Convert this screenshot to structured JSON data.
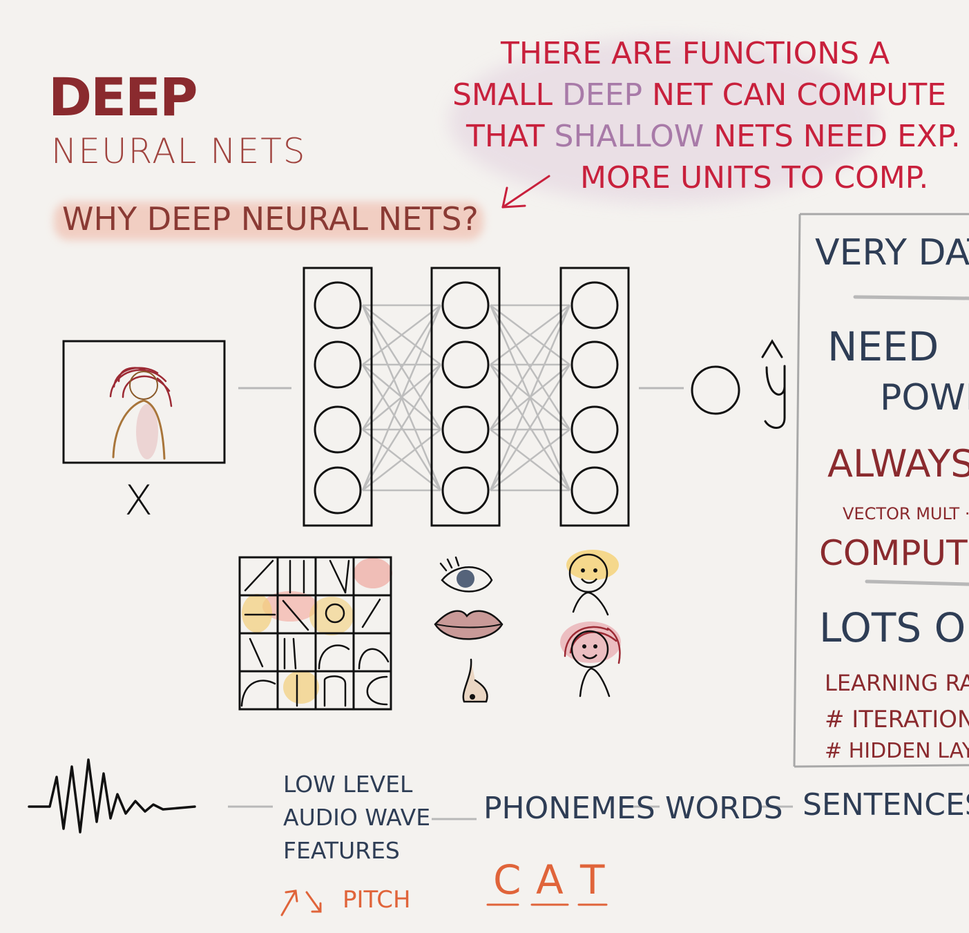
{
  "title": {
    "main": "DEEP",
    "sub": "NEURAL NETS",
    "question": "WHY DEEP NEURAL NETS?"
  },
  "note": {
    "lines": [
      {
        "parts": [
          {
            "text": "THERE ARE FUNCTIONS A"
          }
        ]
      },
      {
        "parts": [
          {
            "text": "SMALL "
          },
          {
            "text": "DEEP",
            "accent": true
          },
          {
            "text": " NET CAN COMPUTE"
          }
        ]
      },
      {
        "parts": [
          {
            "text": "THAT "
          },
          {
            "text": "SHALLOW",
            "accent": true
          },
          {
            "text": " NETS NEED EXP."
          }
        ]
      },
      {
        "parts": [
          {
            "text": "MORE UNITS TO COMP."
          }
        ]
      }
    ],
    "colors": {
      "main": "#c8203c",
      "accent": "#a87aa8"
    }
  },
  "diagram": {
    "input_label": "X",
    "output_label": "ŷ",
    "layers": [
      4,
      4,
      4
    ]
  },
  "audio_chain": {
    "features_lines": [
      "LOW LEVEL",
      "AUDIO WAVE",
      "FEATURES"
    ],
    "pitch": "PITCH",
    "phonemes": "PHONEMES",
    "words": "WORDS",
    "sentences": "SENTENCES",
    "cat_letters": [
      "C",
      "A",
      "T"
    ]
  },
  "side_panel": {
    "line1": "VERY DAT",
    "line2a": "NEED ",
    "line2b": "POWE",
    "line3": "ALWAYS",
    "line4": "VECTOR MULT · C",
    "line5": "COMPUTE C",
    "line6": "LOTS OF",
    "list": [
      "LEARNING RAT",
      "# ITERATIONS",
      "# HIDDEN LAYE"
    ]
  },
  "colors": {
    "title_dark": "#8a2a2e",
    "title_mid": "#a0443f",
    "ink_blue": "#2e3d55",
    "orange": "#e0643a",
    "highlight": "#f0c2b4",
    "grey_line": "#b8b8b8"
  }
}
